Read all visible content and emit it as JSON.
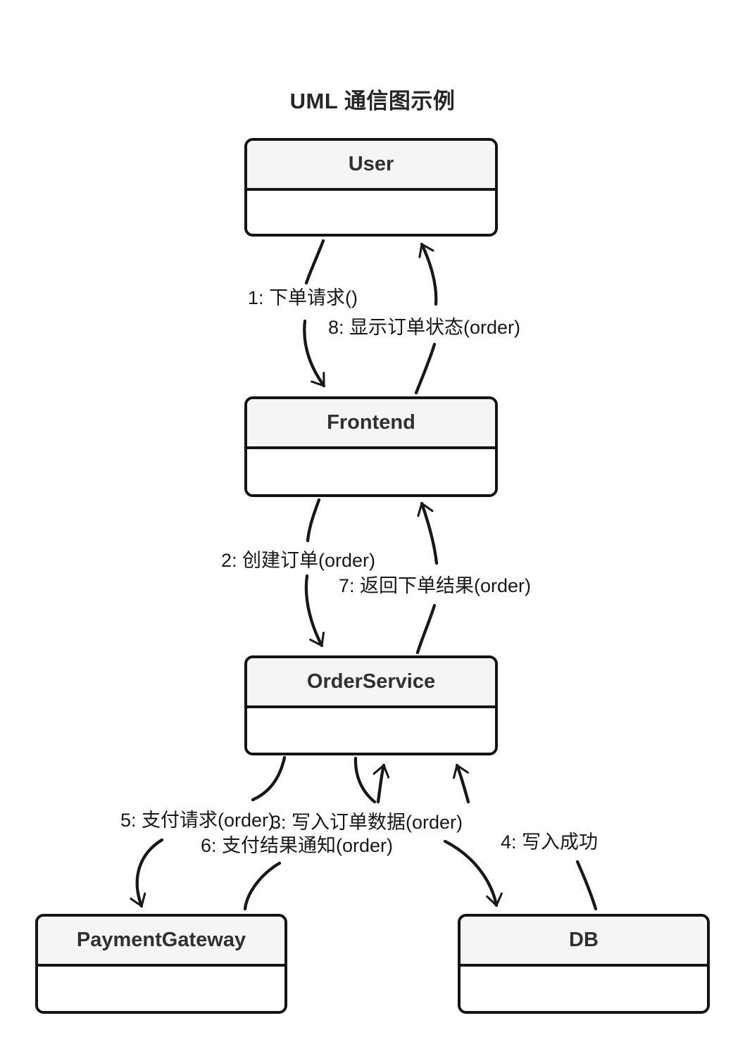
{
  "title": "UML 通信图示例",
  "nodes": [
    {
      "id": "user",
      "label": "User"
    },
    {
      "id": "frontend",
      "label": "Frontend"
    },
    {
      "id": "orderservice",
      "label": "OrderService"
    },
    {
      "id": "paymentgateway",
      "label": "PaymentGateway"
    },
    {
      "id": "db",
      "label": "DB"
    }
  ],
  "messages": [
    {
      "seq": 1,
      "label": "1: 下单请求()",
      "from": "User",
      "to": "Frontend"
    },
    {
      "seq": 2,
      "label": "2: 创建订单(order)",
      "from": "Frontend",
      "to": "OrderService"
    },
    {
      "seq": 3,
      "label": "3: 写入订单数据(order)",
      "from": "OrderService",
      "to": "DB"
    },
    {
      "seq": 4,
      "label": "4: 写入成功",
      "from": "DB",
      "to": "OrderService"
    },
    {
      "seq": 5,
      "label": "5: 支付请求(order)",
      "from": "OrderService",
      "to": "PaymentGateway"
    },
    {
      "seq": 6,
      "label": "6: 支付结果通知(order)",
      "from": "PaymentGateway",
      "to": "OrderService"
    },
    {
      "seq": 7,
      "label": "7: 返回下单结果(order)",
      "from": "OrderService",
      "to": "Frontend"
    },
    {
      "seq": 8,
      "label": "8: 显示订单状态(order)",
      "from": "Frontend",
      "to": "User"
    }
  ],
  "colors": {
    "background": "#ffffff",
    "stroke": "#17181a",
    "box_border": "#141414",
    "header_fill": "#f5f5f6",
    "body_fill": "#ffffff",
    "text": "#262626"
  }
}
